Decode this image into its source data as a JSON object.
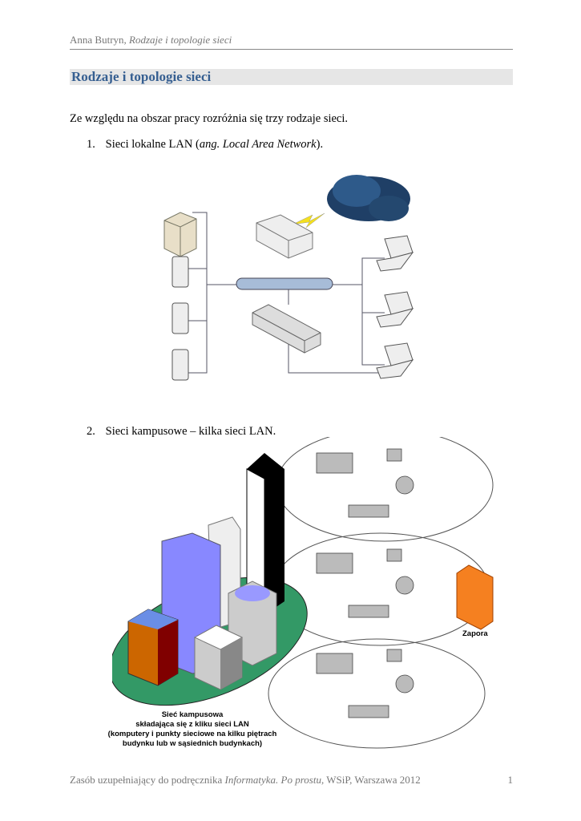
{
  "header": {
    "author": "Anna Butryn, ",
    "topic": "Rodzaje i topologie sieci"
  },
  "title": "Rodzaje i topologie sieci",
  "intro": "Ze względu na obszar pracy rozróżnia się trzy rodzaje sieci.",
  "list": [
    {
      "num": "1.",
      "text_before": "Sieci lokalne LAN (",
      "text_italic": "ang. Local Area Network",
      "text_after": ")."
    },
    {
      "num": "2.",
      "text": "Sieci kampusowe – kilka sieci LAN."
    }
  ],
  "diagram2": {
    "caption": [
      "Sieć kampusowa",
      "składająca się z kliku sieci LAN",
      "(komputery i punkty sieciowe na kilku piętrach",
      "budynku lub w sąsiednich budynkach)"
    ],
    "firewall_label": "Zapora"
  },
  "footer": {
    "text_before": "Zasób uzupełniający do podręcznika ",
    "text_italic": "Informatyka. Po prostu",
    "text_after": ", WSiP, Warszawa 2012",
    "page": "1"
  }
}
